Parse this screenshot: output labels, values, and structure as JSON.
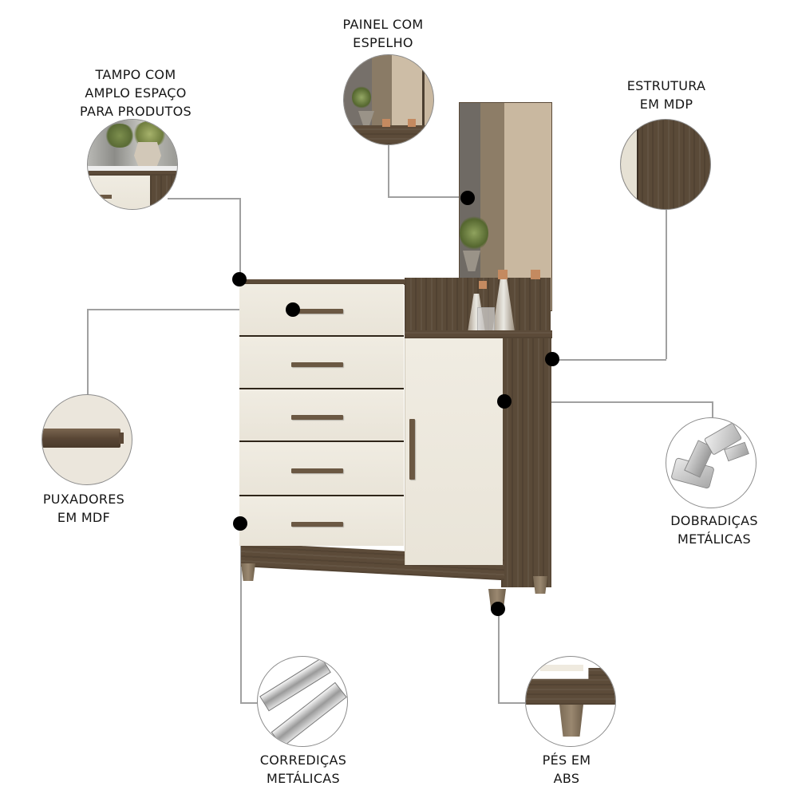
{
  "product": {
    "name": "dresser-with-mirror-panel",
    "colors": {
      "wood": "#5a4a38",
      "cream": "#ece7dc",
      "handle": "#6b5843",
      "mirror": "#c9b8a0",
      "callout_line": "#a0a0a0",
      "dot": "#000000",
      "label_text": "#151515"
    }
  },
  "callouts": [
    {
      "id": "tampo",
      "label": "TAMPO COM\nAMPLO ESPAÇO\nPARA PRODUTOS"
    },
    {
      "id": "painel",
      "label": "PAINEL COM\nESPELHO"
    },
    {
      "id": "estrutura",
      "label": "ESTRUTURA\nEM MDP"
    },
    {
      "id": "puxadores",
      "label": "PUXADORES\nEM MDF"
    },
    {
      "id": "dobradicas",
      "label": "DOBRADIÇAS\nMETÁLICAS"
    },
    {
      "id": "corredicas",
      "label": "CORREDIÇAS\nMETÁLICAS"
    },
    {
      "id": "pes",
      "label": "PÉS EM\nABS"
    }
  ],
  "icons": {
    "detail_tampo": "tabletop-detail-icon",
    "detail_painel": "mirror-detail-icon",
    "detail_estrutura": "wood-grain-detail-icon",
    "detail_puxadores": "handle-detail-icon",
    "detail_dobradicas": "hinge-detail-icon",
    "detail_corredicas": "drawer-slide-detail-icon",
    "detail_pes": "foot-detail-icon"
  }
}
